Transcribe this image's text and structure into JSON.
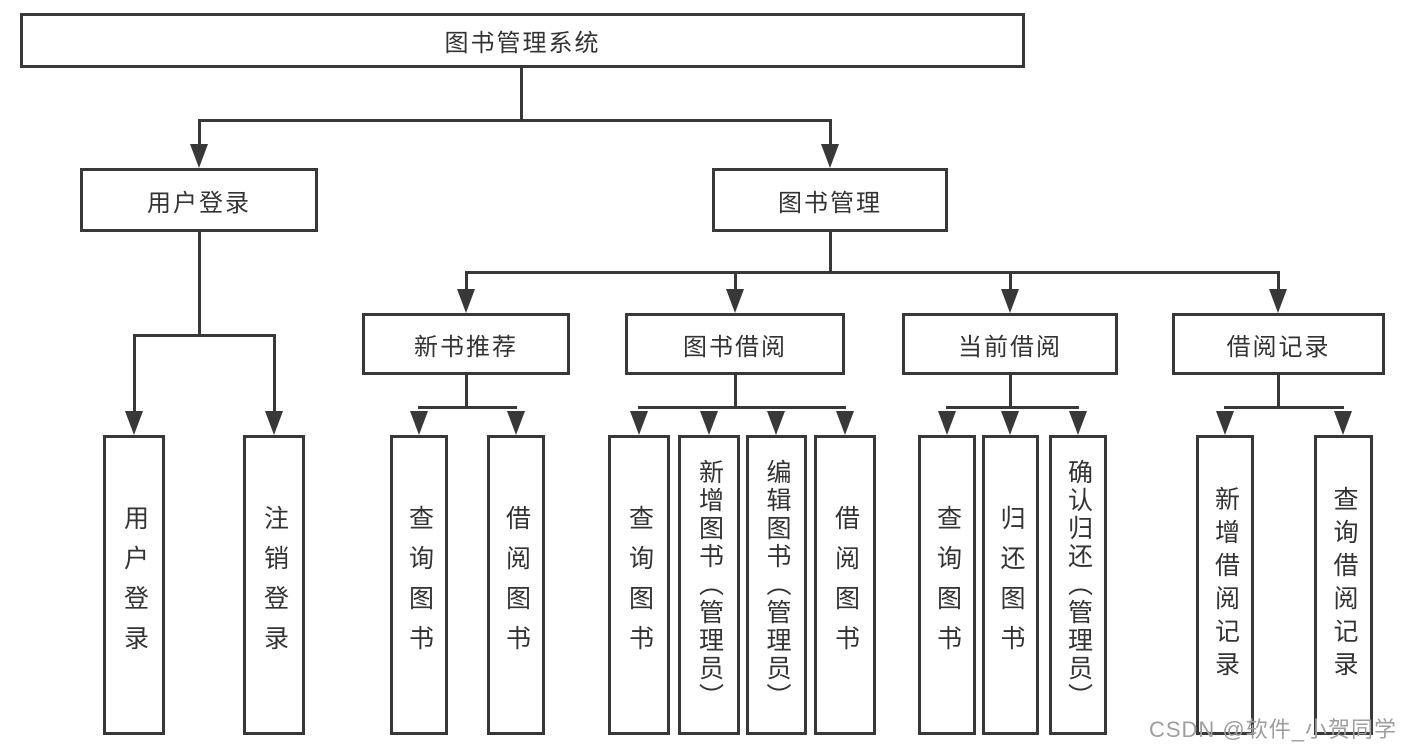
{
  "colors": {
    "line": "#383838",
    "text": "#333333",
    "watermark": "#9e9e9e",
    "background": "#ffffff"
  },
  "watermark": "CSDN @软件_小贺同学",
  "chart_type": "org-hierarchy-diagram",
  "tree": {
    "label": "图书管理系统",
    "children": [
      {
        "label": "用户登录",
        "children": [
          {
            "label": "用户登录"
          },
          {
            "label": "注销登录"
          }
        ]
      },
      {
        "label": "图书管理",
        "children": [
          {
            "label": "新书推荐",
            "children": [
              {
                "label": "查询图书"
              },
              {
                "label": "借阅图书"
              }
            ]
          },
          {
            "label": "图书借阅",
            "children": [
              {
                "label": "查询图书"
              },
              {
                "label": "新增图书（管理员）"
              },
              {
                "label": "编辑图书（管理员）"
              },
              {
                "label": "借阅图书"
              }
            ]
          },
          {
            "label": "当前借阅",
            "children": [
              {
                "label": "查询图书"
              },
              {
                "label": "归还图书"
              },
              {
                "label": "确认归还（管理员）"
              }
            ]
          },
          {
            "label": "借阅记录",
            "children": [
              {
                "label": "新增借阅记录"
              },
              {
                "label": "查询借阅记录"
              }
            ]
          }
        ]
      }
    ]
  }
}
